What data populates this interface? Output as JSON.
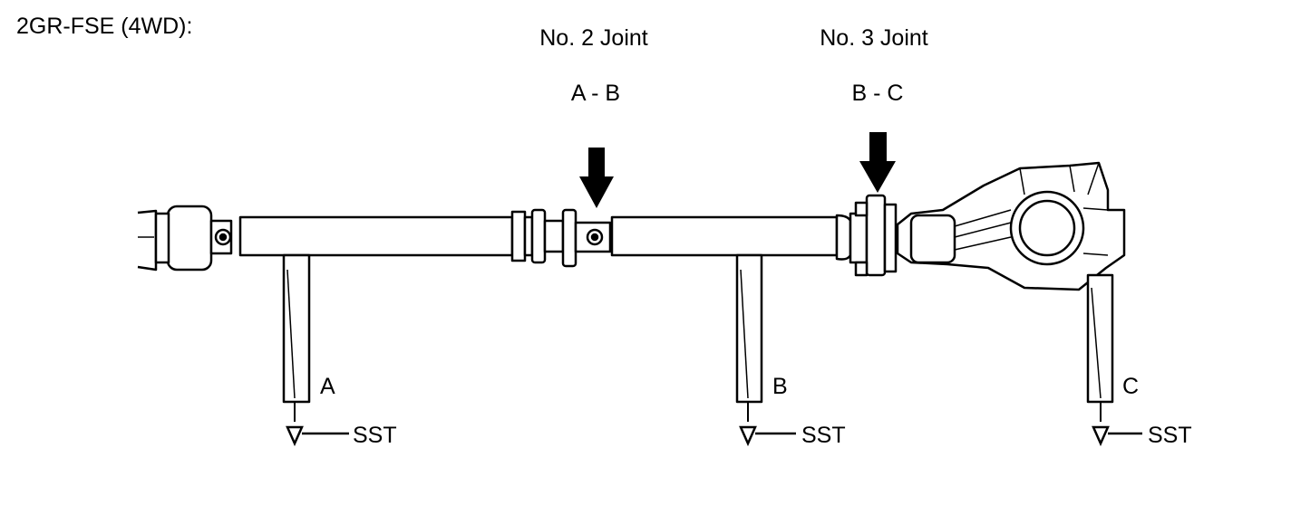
{
  "heading": "2GR-FSE (4WD):",
  "joints": [
    {
      "title": "No. 2 Joint",
      "points": "A - B"
    },
    {
      "title": "No. 3 Joint",
      "points": "B - C"
    }
  ],
  "measure_points": [
    {
      "label": "A",
      "tool": "SST"
    },
    {
      "label": "B",
      "tool": "SST"
    },
    {
      "label": "C",
      "tool": "SST"
    }
  ],
  "colors": {
    "line": "#000000",
    "background": "#ffffff"
  }
}
